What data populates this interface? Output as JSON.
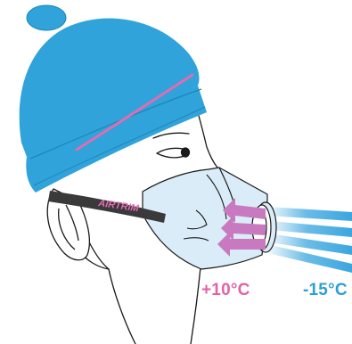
{
  "brand": {
    "strap_text": "AIRTRIM"
  },
  "labels": {
    "warm_temp": "+10°C",
    "cold_temp": "-15°C"
  },
  "colors": {
    "hat": "#2fa3da",
    "hat_stripe": "#e06cb2",
    "mask_fill": "#d9ecf7",
    "warm_arrows": "#c879c0",
    "cold_stream": "#3aa6df",
    "warm_text": "#e163a8",
    "cold_text": "#2e9fd8",
    "outline": "#1a1a1a",
    "strap": "#3a3a3a"
  },
  "icons": {
    "warm_arrows": "arrow-left-icon",
    "cold_stream": "air-stream-icon",
    "valve": "filter-valve-icon"
  }
}
